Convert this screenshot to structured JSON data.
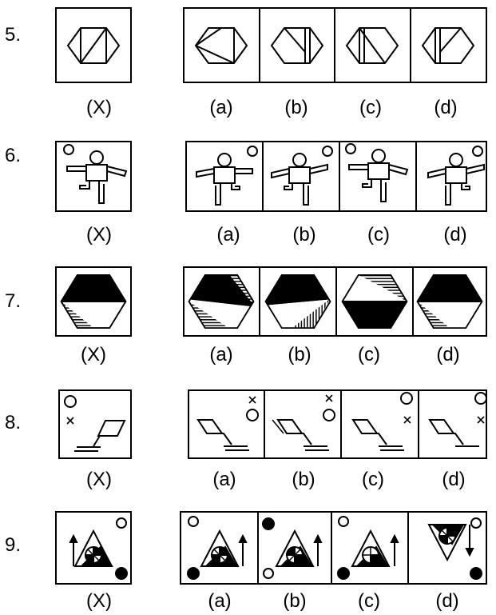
{
  "questions": [
    {
      "number": "5.",
      "labels": [
        "(X)",
        "(a)",
        "(b)",
        "(c)",
        "(d)"
      ]
    },
    {
      "number": "6.",
      "labels": [
        "(X)",
        "(a)",
        "(b)",
        "(c)",
        "(d)"
      ]
    },
    {
      "number": "7.",
      "labels": [
        "(X)",
        "(a)",
        "(b)",
        "(c)",
        "(d)"
      ]
    },
    {
      "number": "8.",
      "labels": [
        "(X)",
        "(a)",
        "(b)",
        "(c)",
        "(d)"
      ]
    },
    {
      "number": "9.",
      "labels": [
        "(X)",
        "(a)",
        "(b)",
        "(c)",
        "(d)"
      ]
    }
  ]
}
